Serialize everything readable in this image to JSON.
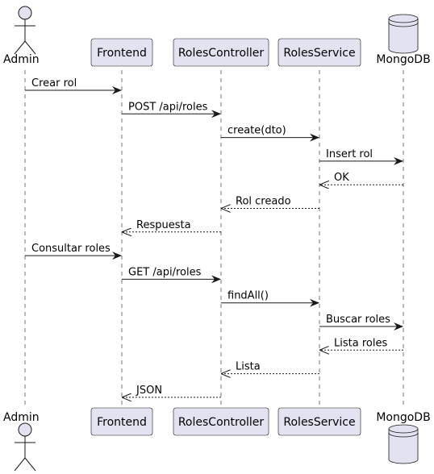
{
  "participants": [
    {
      "id": "admin",
      "label": "Admin",
      "kind": "actor"
    },
    {
      "id": "frontend",
      "label": "Frontend",
      "kind": "participant"
    },
    {
      "id": "rolescontroller",
      "label": "RolesController",
      "kind": "participant"
    },
    {
      "id": "rolesservice",
      "label": "RolesService",
      "kind": "participant"
    },
    {
      "id": "mongodb",
      "label": "MongoDB",
      "kind": "database"
    }
  ],
  "messages": [
    {
      "from": "admin",
      "to": "frontend",
      "label": "Crear rol",
      "style": "solid"
    },
    {
      "from": "frontend",
      "to": "rolescontroller",
      "label": "POST /api/roles",
      "style": "solid"
    },
    {
      "from": "rolescontroller",
      "to": "rolesservice",
      "label": "create(dto)",
      "style": "solid"
    },
    {
      "from": "rolesservice",
      "to": "mongodb",
      "label": "Insert rol",
      "style": "solid"
    },
    {
      "from": "mongodb",
      "to": "rolesservice",
      "label": "OK",
      "style": "dashed"
    },
    {
      "from": "rolesservice",
      "to": "rolescontroller",
      "label": "Rol creado",
      "style": "dashed"
    },
    {
      "from": "rolescontroller",
      "to": "frontend",
      "label": "Respuesta",
      "style": "dashed"
    },
    {
      "from": "admin",
      "to": "frontend",
      "label": "Consultar roles",
      "style": "solid"
    },
    {
      "from": "frontend",
      "to": "rolescontroller",
      "label": "GET /api/roles",
      "style": "solid"
    },
    {
      "from": "rolescontroller",
      "to": "rolesservice",
      "label": "findAll()",
      "style": "solid"
    },
    {
      "from": "rolesservice",
      "to": "mongodb",
      "label": "Buscar roles",
      "style": "solid"
    },
    {
      "from": "mongodb",
      "to": "rolesservice",
      "label": "Lista roles",
      "style": "dashed"
    },
    {
      "from": "rolesservice",
      "to": "rolescontroller",
      "label": "Lista",
      "style": "dashed"
    },
    {
      "from": "rolescontroller",
      "to": "frontend",
      "label": "JSON",
      "style": "dashed"
    }
  ],
  "colors": {
    "participant_fill": "#e2e2f0",
    "line": "#181818",
    "background": "#ffffff"
  }
}
